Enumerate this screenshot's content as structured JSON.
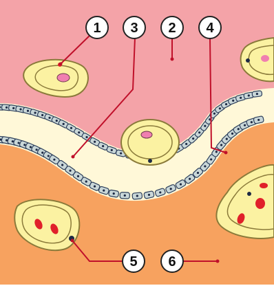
{
  "callouts": [
    {
      "id": "1",
      "label": "1"
    },
    {
      "id": "2",
      "label": "2"
    },
    {
      "id": "3",
      "label": "3"
    },
    {
      "id": "4",
      "label": "4"
    },
    {
      "id": "5",
      "label": "5"
    },
    {
      "id": "6",
      "label": "6"
    }
  ],
  "colors": {
    "upper_region": "#f4a3a8",
    "lower_region": "#f7a25f",
    "cell_fill": "#c9d7d8",
    "cell_outline": "#2c3e5a",
    "nucleus": "#1e2a44",
    "pale_layer": "#fff8d8",
    "yellow_cell": "#fbf2a2",
    "yellow_cell_outline": "#8a7a3a",
    "red_nucleus": "#e0202a",
    "pink_nucleus": "#f07fb0",
    "leader_line": "#c0102a",
    "callout_bg": "#ffffff",
    "callout_border": "#222222"
  }
}
